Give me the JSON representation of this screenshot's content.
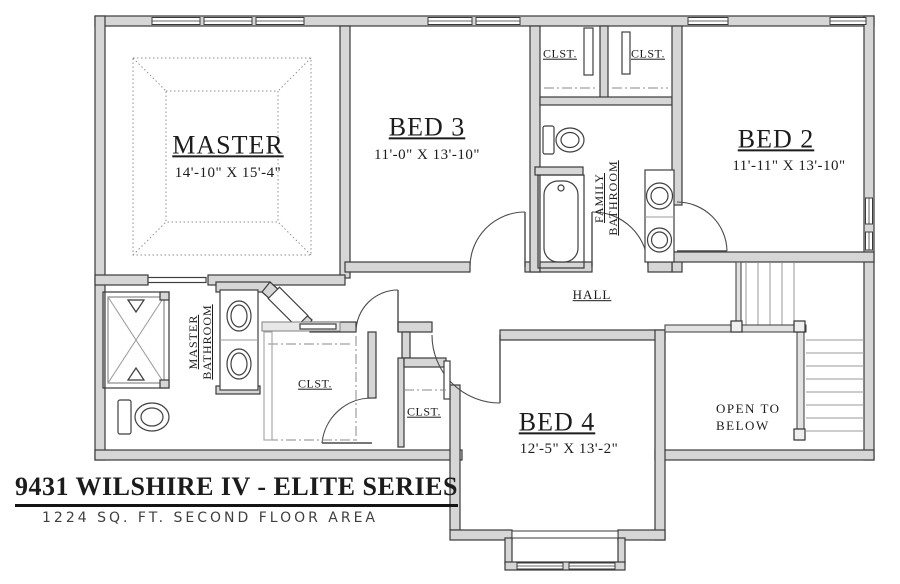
{
  "plan": {
    "title": "9431 WILSHIRE IV - ELITE SERIES",
    "subtitle": "1224 SQ. FT. SECOND FLOOR AREA",
    "rooms": {
      "master": {
        "label": "MASTER",
        "dims": "14'-10\" X 15'-4\""
      },
      "bed3": {
        "label": "BED 3",
        "dims": "11'-0\" X 13'-10\""
      },
      "bed2": {
        "label": "BED 2",
        "dims": "11'-11\" X 13'-10\""
      },
      "bed4": {
        "label": "BED 4",
        "dims": "12'-5\" X 13'-2\""
      },
      "hall": {
        "label": "HALL"
      },
      "open_below": {
        "line1": "OPEN TO",
        "line2": "BELOW"
      },
      "master_bath": {
        "line1": "MASTER",
        "line2": "BATHROOM"
      },
      "family_bath": {
        "line1": "FAMILY",
        "line2": "BATHROOM"
      },
      "closet_top_left": {
        "label": "CLST."
      },
      "closet_top_right": {
        "label": "CLST."
      },
      "closet_master": {
        "label": "CLST."
      },
      "closet_bed4": {
        "label": "CLST."
      }
    },
    "colors": {
      "wall_fill": "#d6d6d6",
      "wall_stroke": "#3a3a3a",
      "line": "#555555",
      "light_line": "#9a9a9a",
      "text": "#1c1c1c",
      "background": "#ffffff"
    }
  }
}
